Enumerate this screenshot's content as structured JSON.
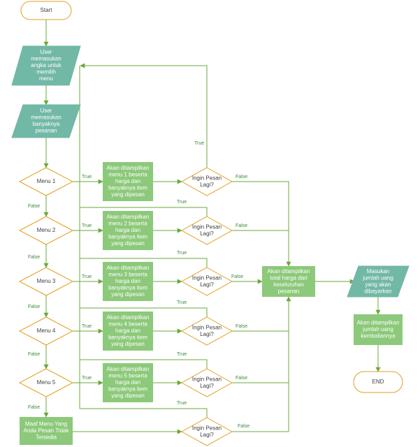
{
  "nodes": {
    "start": [
      "Start"
    ],
    "input_menu": [
      "User",
      "memasukan",
      "angka untuk",
      "memilih",
      "menu"
    ],
    "input_qty": [
      "User",
      "memasukan",
      "banyaknya",
      "pesanan"
    ],
    "menu1": [
      "Menu 1"
    ],
    "menu2": [
      "Menu 2"
    ],
    "menu3": [
      "Menu 3"
    ],
    "menu4": [
      "Menu 4"
    ],
    "menu5": [
      "Menu 5"
    ],
    "show1": [
      "Akan ditampilkan",
      "menu 1 beserta",
      "harga dan",
      "banyaknya item",
      "yang dipesan"
    ],
    "show2": [
      "Akan ditampilkan",
      "menu 2 beserta",
      "harga dan",
      "banyaknya item",
      "yang dipesan"
    ],
    "show3": [
      "Akan ditampilkan",
      "menu 3 beserta",
      "harga dan",
      "banyaknya item",
      "yang dipesan"
    ],
    "show4": [
      "Akan ditampilkan",
      "menu 4 beserta",
      "harga dan",
      "banyaknya item",
      "yang dipesan"
    ],
    "show5": [
      "Akan ditampilkan",
      "menu 5 beserta",
      "harga dan",
      "banyaknya item",
      "yang dipesan"
    ],
    "sorry": [
      "Maaf Menu Yang",
      "Anda Pesan Tidak",
      "Tersedia"
    ],
    "again1": [
      "Ingin Pesan",
      "Lagi?"
    ],
    "again2": [
      "Ingin Pesan",
      "Lagi?"
    ],
    "again3": [
      "Ingin Pesan",
      "Lagi?"
    ],
    "again4": [
      "Ingin Pesan",
      "Lagi?"
    ],
    "again5": [
      "Ingin Pesan",
      "Lagi?"
    ],
    "again6": [
      "Ingin Pesan",
      "Lagi?"
    ],
    "total": [
      "Akan ditampilkan",
      "total harga dari",
      "keseluruhan",
      "pesanan"
    ],
    "input_pay": [
      "Masukan",
      "jumlah uang",
      "yang akan",
      "dibayarkan"
    ],
    "change": [
      "Akan ditampilkan",
      "jumlah uang",
      "kembaliannya"
    ],
    "end": [
      "END"
    ]
  },
  "edge_labels": {
    "true": "True",
    "false": "False"
  },
  "colors": {
    "line": "#6aaa3a",
    "terminal_stroke": "#e0a020",
    "decision_stroke": "#e0a020",
    "io_fill": "#72b8a6",
    "process_fill": "#8cc97a",
    "node_text_light": "#ffffff",
    "node_text_dark": "#404040",
    "edge_text": "#3a8a3a"
  }
}
